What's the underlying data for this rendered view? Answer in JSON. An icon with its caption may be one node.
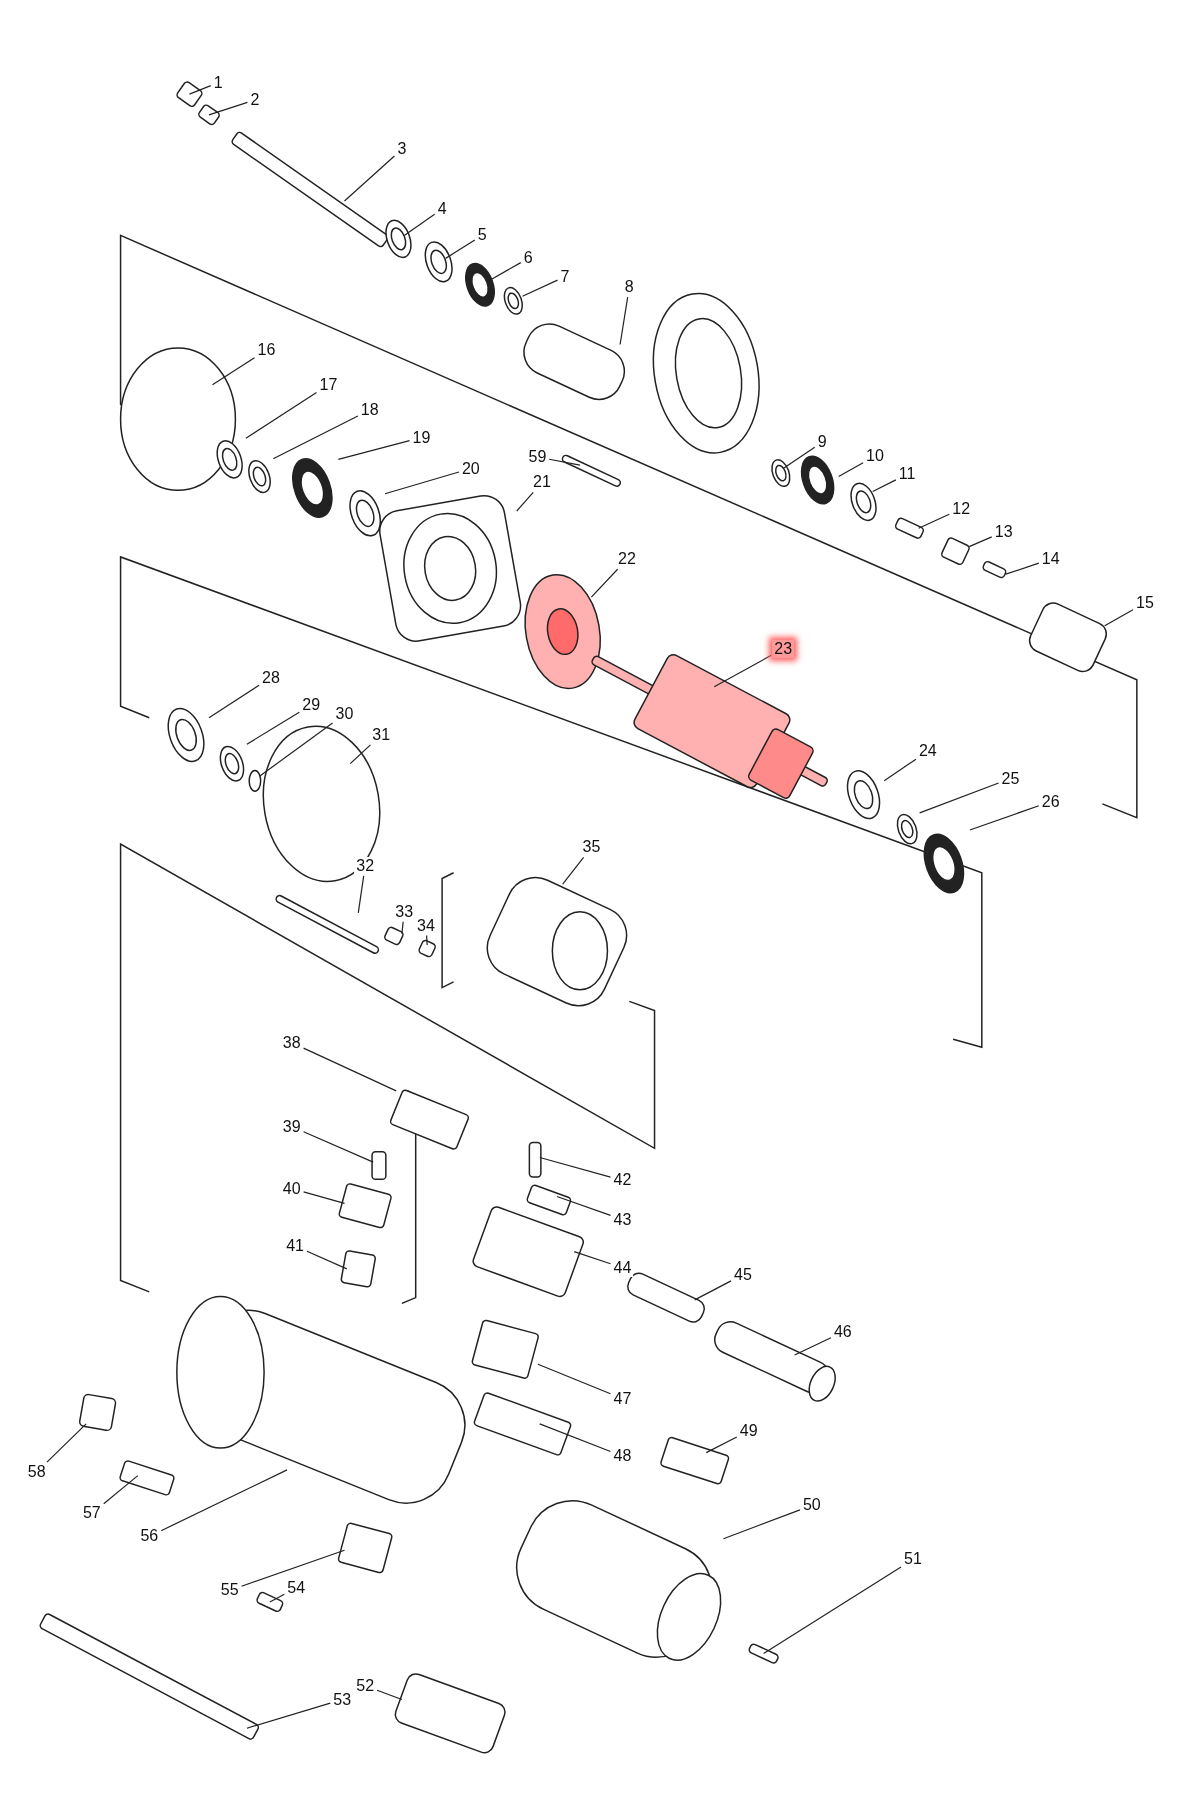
{
  "diagram": {
    "nodes": [
      {
        "text": [
          "1"
        ]
      },
      {
        "text": [
          "2"
        ]
      },
      {
        "text": [
          "3"
        ]
      },
      {
        "text": [
          "4"
        ]
      },
      {
        "text": [
          "5"
        ]
      },
      {
        "text": [
          "6"
        ]
      },
      {
        "text": [
          "7"
        ]
      },
      {
        "text": [
          "8"
        ]
      },
      {
        "text": [
          "9"
        ]
      },
      {
        "text": [
          "10"
        ]
      },
      {
        "text": [
          "11"
        ]
      },
      {
        "text": [
          "12"
        ]
      },
      {
        "text": [
          "13"
        ]
      },
      {
        "text": [
          "14"
        ]
      },
      {
        "text": [
          "15"
        ]
      },
      {
        "text": [
          "16"
        ]
      },
      {
        "text": [
          "17"
        ]
      },
      {
        "text": [
          "18"
        ]
      },
      {
        "text": [
          "19"
        ]
      },
      {
        "text": [
          "20"
        ]
      },
      {
        "text": [
          "21"
        ]
      },
      {
        "text": [
          "22"
        ]
      },
      {
        "text": [
          "23"
        ]
      },
      {
        "text": [
          "24"
        ]
      },
      {
        "text": [
          "25"
        ]
      },
      {
        "text": [
          "26"
        ]
      },
      {
        "text": [
          "28"
        ]
      },
      {
        "text": [
          "29"
        ]
      },
      {
        "text": [
          "30"
        ]
      },
      {
        "text": [
          "31"
        ]
      },
      {
        "text": [
          "32"
        ]
      },
      {
        "text": [
          "33"
        ]
      },
      {
        "text": [
          "34"
        ]
      },
      {
        "text": [
          "35"
        ]
      },
      {
        "text": [
          "38"
        ]
      },
      {
        "text": [
          "39"
        ]
      },
      {
        "text": [
          "40"
        ]
      },
      {
        "text": [
          "41"
        ]
      },
      {
        "text": [
          "42"
        ]
      },
      {
        "text": [
          "43"
        ]
      },
      {
        "text": [
          "44"
        ]
      },
      {
        "text": [
          "45"
        ]
      },
      {
        "text": [
          "46"
        ]
      },
      {
        "text": [
          "47"
        ]
      },
      {
        "text": [
          "48"
        ]
      },
      {
        "text": [
          "49"
        ]
      },
      {
        "text": [
          "50"
        ]
      },
      {
        "text": [
          "51"
        ]
      },
      {
        "text": [
          "52"
        ]
      },
      {
        "text": [
          "53"
        ]
      },
      {
        "text": [
          "54"
        ]
      },
      {
        "text": [
          "55"
        ]
      },
      {
        "text": [
          "56"
        ]
      },
      {
        "text": [
          "57"
        ]
      },
      {
        "text": [
          "58"
        ]
      },
      {
        "text": [
          "59"
        ]
      },
      {
        "text": [],
        "shape": "box"
      },
      {
        "text": [],
        "shape": "box"
      },
      {
        "text": [],
        "shape": "box"
      },
      {
        "text": [],
        "shape": "circle"
      },
      {
        "text": [],
        "shape": "circle"
      },
      {
        "text": [],
        "shape": "circle"
      },
      {
        "text": [],
        "shape": "circle"
      },
      {
        "text": [],
        "shape": "picture"
      },
      {
        "text": [],
        "shape": "circle"
      },
      {
        "text": [],
        "shape": "circle"
      },
      {
        "text": [],
        "shape": "circle"
      },
      {
        "text": [],
        "shape": "box"
      },
      {
        "text": [],
        "shape": "box"
      },
      {
        "text": [],
        "shape": "box"
      },
      {
        "text": [],
        "shape": "box"
      },
      {
        "text": [],
        "shape": "circle"
      },
      {
        "text": [],
        "shape": "circle"
      },
      {
        "text": [],
        "shape": "circle"
      },
      {
        "text": [],
        "shape": "circle"
      },
      {
        "text": [],
        "shape": "circle"
      },
      {
        "text": [],
        "shape": "picture"
      },
      {
        "text": [],
        "shape": "circle"
      },
      {
        "text": [],
        "shape": "picture"
      },
      {
        "text": [],
        "shape": "circle"
      },
      {
        "text": [],
        "shape": "circle"
      },
      {
        "text": [],
        "shape": "circle"
      },
      {
        "text": [],
        "shape": "circle"
      },
      {
        "text": [],
        "shape": "circle"
      },
      {
        "text": [],
        "shape": "circle"
      },
      {
        "text": [],
        "shape": "circle"
      },
      {
        "text": [],
        "shape": "box"
      },
      {
        "text": [],
        "shape": "box"
      },
      {
        "text": [],
        "shape": "box"
      },
      {
        "text": [],
        "shape": "picture"
      },
      {
        "text": [],
        "shape": "box"
      },
      {
        "text": [],
        "shape": "box"
      },
      {
        "text": [],
        "shape": "box"
      },
      {
        "text": [],
        "shape": "box"
      },
      {
        "text": [],
        "shape": "box"
      },
      {
        "text": [],
        "shape": "box"
      },
      {
        "text": [],
        "shape": "box"
      },
      {
        "text": [],
        "shape": "box"
      },
      {
        "text": [],
        "shape": "picture"
      },
      {
        "text": [],
        "shape": "box"
      },
      {
        "text": [],
        "shape": "box"
      },
      {
        "text": [],
        "shape": "box"
      },
      {
        "text": [],
        "shape": "picture"
      },
      {
        "text": [],
        "shape": "box"
      },
      {
        "text": [],
        "shape": "box"
      },
      {
        "text": [],
        "shape": "box"
      },
      {
        "text": [],
        "shape": "box"
      },
      {
        "text": [],
        "shape": "box"
      },
      {
        "text": [],
        "shape": "picture"
      },
      {
        "text": [],
        "shape": "box"
      },
      {
        "text": [],
        "shape": "box"
      },
      {
        "text": [],
        "shape": "box"
      }
    ],
    "edges": [
      {
        "from": 0,
        "to": 56,
        "arrow": "none"
      },
      {
        "from": 1,
        "to": 57,
        "arrow": "none"
      },
      {
        "from": 2,
        "to": 58,
        "arrow": "none"
      },
      {
        "from": 3,
        "to": 59,
        "arrow": "none"
      },
      {
        "from": 4,
        "to": 60,
        "arrow": "none"
      },
      {
        "from": 5,
        "to": 61,
        "arrow": "none"
      },
      {
        "from": 6,
        "to": 62,
        "arrow": "none"
      },
      {
        "from": 7,
        "to": 63,
        "arrow": "none"
      },
      {
        "from": 8,
        "to": 64,
        "arrow": "none"
      },
      {
        "from": 9,
        "to": 65,
        "arrow": "none"
      },
      {
        "from": 10,
        "to": 66,
        "arrow": "none"
      },
      {
        "from": 11,
        "to": 67,
        "arrow": "none"
      },
      {
        "from": 12,
        "to": 68,
        "arrow": "none"
      },
      {
        "from": 13,
        "to": 69,
        "arrow": "none"
      },
      {
        "from": 14,
        "to": 70,
        "arrow": "none"
      },
      {
        "from": 15,
        "to": 71,
        "arrow": "none"
      },
      {
        "from": 16,
        "to": 72,
        "arrow": "none"
      },
      {
        "from": 17,
        "to": 73,
        "arrow": "none"
      },
      {
        "from": 18,
        "to": 74,
        "arrow": "none"
      },
      {
        "from": 19,
        "to": 75,
        "arrow": "none"
      },
      {
        "from": 20,
        "to": 76,
        "arrow": "none"
      },
      {
        "from": 21,
        "to": 77,
        "arrow": "none"
      },
      {
        "from": 22,
        "to": 78,
        "arrow": "none"
      },
      {
        "from": 23,
        "to": 79,
        "arrow": "none"
      },
      {
        "from": 24,
        "to": 80,
        "arrow": "none"
      },
      {
        "from": 25,
        "to": 81,
        "arrow": "none"
      },
      {
        "from": 26,
        "to": 82,
        "arrow": "none"
      },
      {
        "from": 27,
        "to": 83,
        "arrow": "none"
      },
      {
        "from": 28,
        "to": 84,
        "arrow": "none"
      },
      {
        "from": 29,
        "to": 85,
        "arrow": "none"
      },
      {
        "from": 30,
        "to": 86,
        "arrow": "none"
      },
      {
        "from": 31,
        "to": 87,
        "arrow": "none"
      },
      {
        "from": 32,
        "to": 88,
        "arrow": "none"
      },
      {
        "from": 33,
        "to": 89,
        "arrow": "none"
      },
      {
        "from": 34,
        "to": 90,
        "arrow": "none"
      },
      {
        "from": 35,
        "to": 91,
        "arrow": "none"
      },
      {
        "from": 36,
        "to": 92,
        "arrow": "none"
      },
      {
        "from": 37,
        "to": 93,
        "arrow": "none"
      },
      {
        "from": 38,
        "to": 94,
        "arrow": "none"
      },
      {
        "from": 39,
        "to": 95,
        "arrow": "none"
      },
      {
        "from": 40,
        "to": 96,
        "arrow": "none"
      },
      {
        "from": 41,
        "to": 97,
        "arrow": "none"
      },
      {
        "from": 42,
        "to": 98,
        "arrow": "none"
      },
      {
        "from": 43,
        "to": 99,
        "arrow": "none"
      },
      {
        "from": 44,
        "to": 100,
        "arrow": "none"
      },
      {
        "from": 45,
        "to": 101,
        "arrow": "none"
      },
      {
        "from": 46,
        "to": 102,
        "arrow": "none"
      },
      {
        "from": 47,
        "to": 103,
        "arrow": "none"
      },
      {
        "from": 48,
        "to": 104,
        "arrow": "none"
      },
      {
        "from": 49,
        "to": 105,
        "arrow": "none"
      },
      {
        "from": 50,
        "to": 106,
        "arrow": "none"
      },
      {
        "from": 51,
        "to": 107,
        "arrow": "none"
      },
      {
        "from": 52,
        "to": 108,
        "arrow": "none"
      },
      {
        "from": 53,
        "to": 109,
        "arrow": "none"
      },
      {
        "from": 54,
        "to": 110,
        "arrow": "none"
      },
      {
        "from": 55,
        "to": 111,
        "arrow": "none"
      }
    ]
  }
}
